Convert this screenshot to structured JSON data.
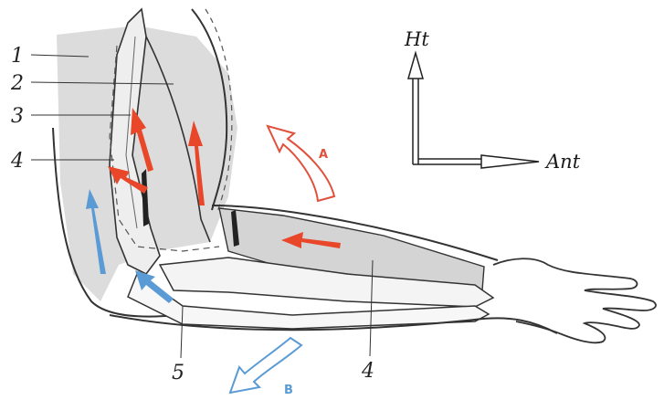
{
  "callouts": {
    "c1": "1",
    "c2": "2",
    "c3": "3",
    "c4_upper": "4",
    "c4_lower": "4",
    "c5": "5"
  },
  "axes": {
    "vertical_label": "Ht",
    "horizontal_label": "Ant"
  },
  "motion_arrows": {
    "a_label": "A",
    "b_label": "B"
  },
  "colors": {
    "muscle_shade": "#d9d9d9",
    "force_arrow": "#e8472a",
    "motion_a": "#e0503a",
    "motion_b": "#5b9bd5",
    "line": "#333333"
  }
}
